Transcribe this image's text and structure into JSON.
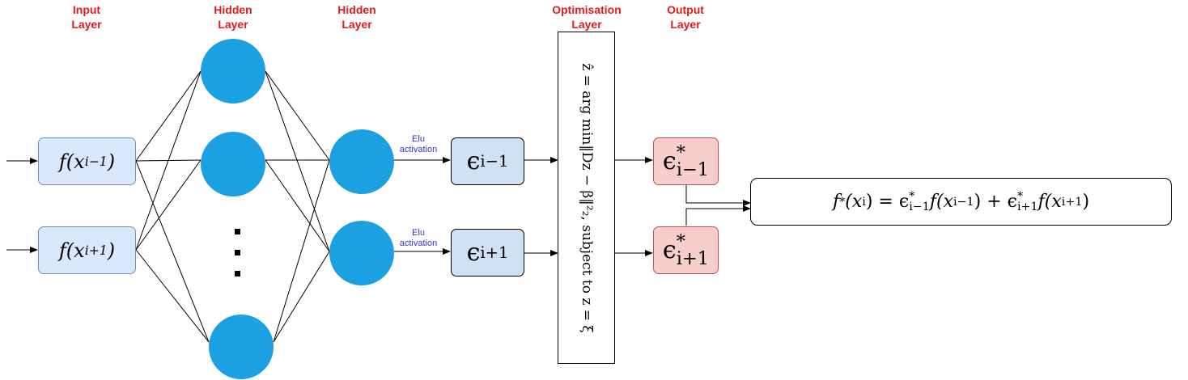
{
  "layers": {
    "input": [
      "Input",
      "Layer"
    ],
    "hidden1": [
      "Hidden",
      "Layer"
    ],
    "hidden2": [
      "Hidden",
      "Layer"
    ],
    "optimisation": [
      "Optimisation",
      "Layer"
    ],
    "output": [
      "Output",
      "Layer"
    ]
  },
  "inputs": [
    {
      "base": "f(x",
      "sub": "i−1",
      "close": ")"
    },
    {
      "base": "f(x",
      "sub": "i+1",
      "close": ")"
    }
  ],
  "activation": [
    "Elu",
    "activation"
  ],
  "eps": [
    {
      "base": "ϵ",
      "sub": "i−1"
    },
    {
      "base": "ϵ",
      "sub": "i+1"
    }
  ],
  "optimisation_formula": "ẑ = arg min‖Dz − β‖²₂,   subject to z = ξ",
  "outputs": [
    {
      "base": "ϵ",
      "sup": "*",
      "sub": "i−1"
    },
    {
      "base": "ϵ",
      "sup": "*",
      "sub": "i+1"
    }
  ],
  "final_formula": {
    "lhs_f": "f",
    "lhs_sup": "*",
    "lhs_arg": "(x",
    "lhs_sub": "i",
    "lhs_close": ")",
    "eq": " = ",
    "t1_eps": "ϵ",
    "t1_sup": "*",
    "t1_sub": "i−1",
    "t1_f": "f(x",
    "t1_fsub": "i−1",
    "t1_close": ")",
    "plus": " + ",
    "t2_eps": "ϵ",
    "t2_sup": "*",
    "t2_sub": "i+1",
    "t2_f": "f(x",
    "t2_fsub": "i+1",
    "t2_close": ")"
  },
  "colors": {
    "layer_title": "#e31a1c",
    "neuron": "#1ba1e2",
    "input_fill": "#dae8fc",
    "output_fill": "#f8cecc",
    "activation_text": "#3333cc"
  }
}
